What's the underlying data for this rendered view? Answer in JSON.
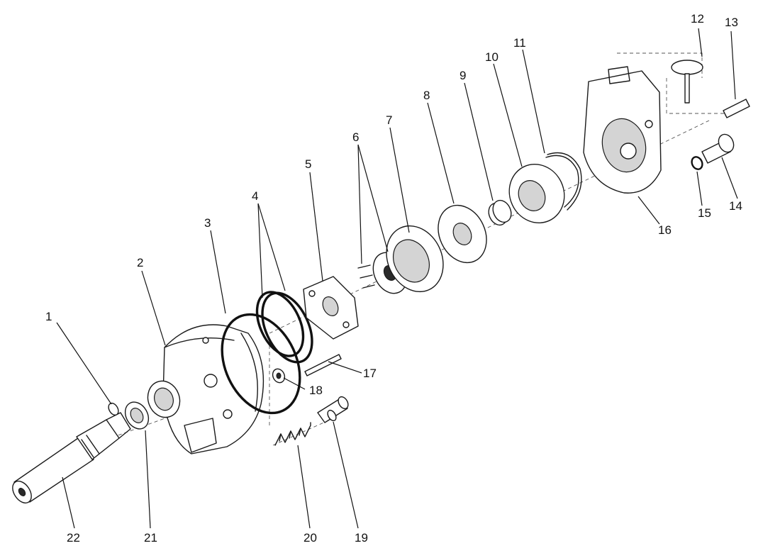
{
  "diagram": {
    "callouts": [
      {
        "id": "c1",
        "text": "1"
      },
      {
        "id": "c2",
        "text": "2"
      },
      {
        "id": "c3",
        "text": "3"
      },
      {
        "id": "c4",
        "text": "4"
      },
      {
        "id": "c5",
        "text": "5"
      },
      {
        "id": "c6",
        "text": "6"
      },
      {
        "id": "c7",
        "text": "7"
      },
      {
        "id": "c8",
        "text": "8"
      },
      {
        "id": "c9",
        "text": "9"
      },
      {
        "id": "c10",
        "text": "10"
      },
      {
        "id": "c11",
        "text": "11"
      },
      {
        "id": "c12",
        "text": "12"
      },
      {
        "id": "c13",
        "text": "13"
      },
      {
        "id": "c14",
        "text": "14"
      },
      {
        "id": "c15",
        "text": "15"
      },
      {
        "id": "c16",
        "text": "16"
      },
      {
        "id": "c17",
        "text": "17"
      },
      {
        "id": "c18",
        "text": "18"
      },
      {
        "id": "c19",
        "text": "19"
      },
      {
        "id": "c20",
        "text": "20"
      },
      {
        "id": "c21",
        "text": "21"
      },
      {
        "id": "c22",
        "text": "22"
      }
    ]
  }
}
